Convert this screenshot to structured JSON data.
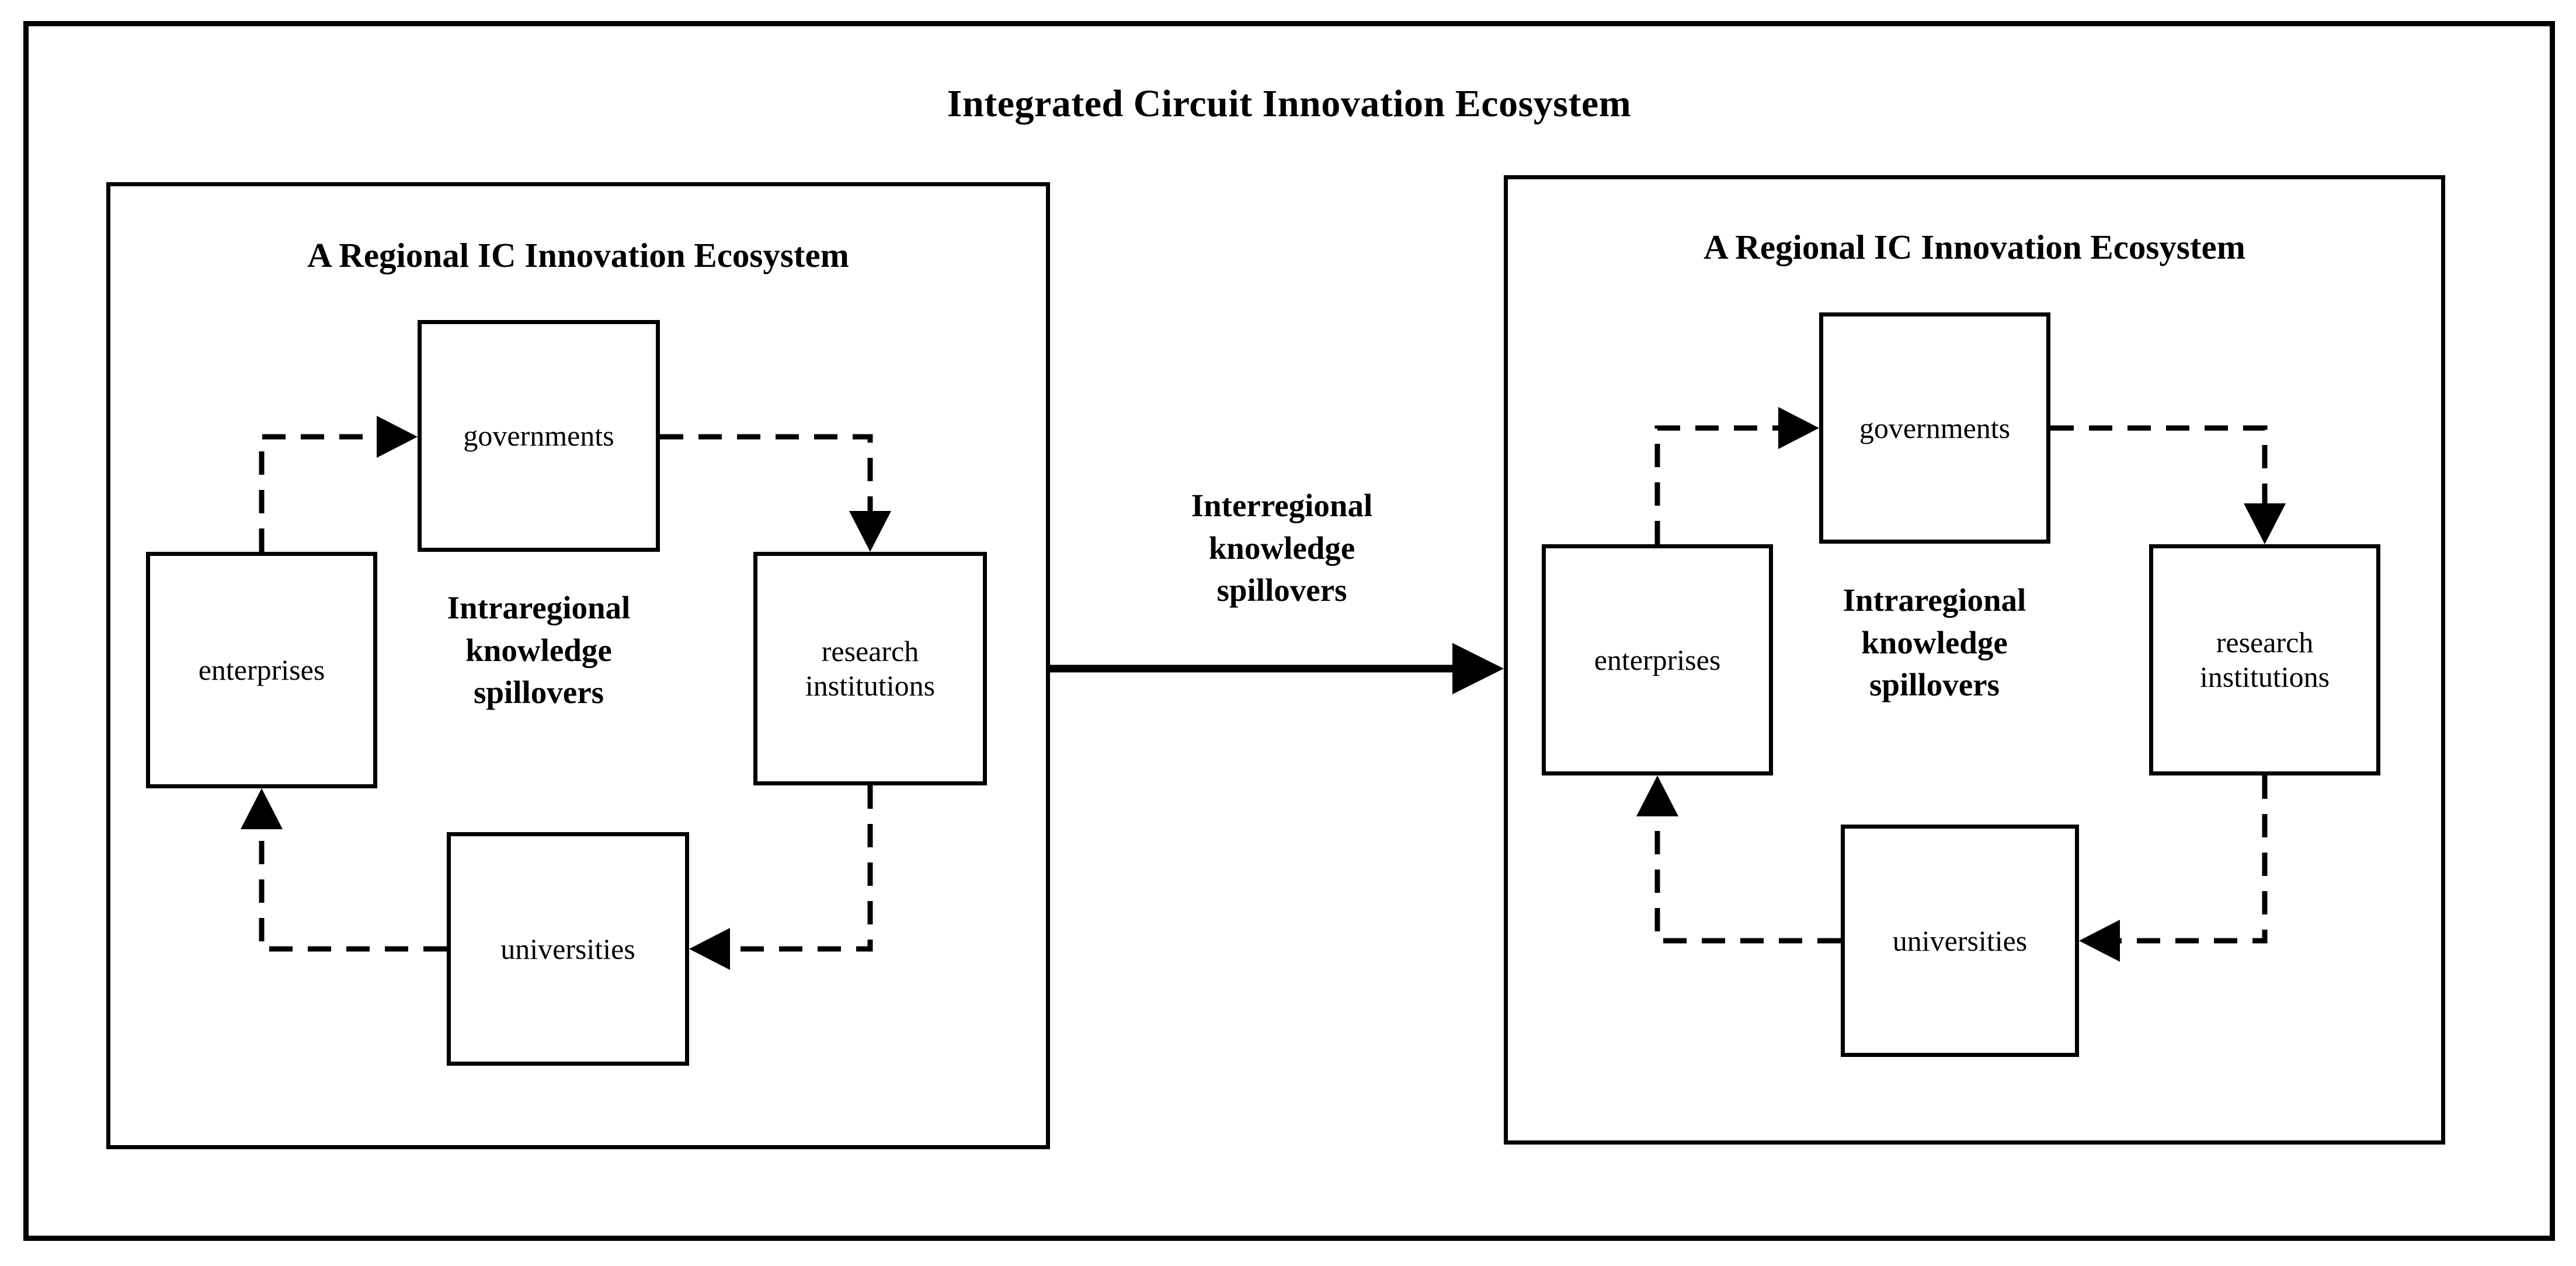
{
  "diagram": {
    "title": "Integrated Circuit Innovation Ecosystem",
    "frame_color": "#000000",
    "background_color": "#ffffff",
    "panels": [
      {
        "id": "left",
        "title": "A Regional IC Innovation Ecosystem",
        "center_caption": "Intraregional\nknowledge\nspillovers",
        "nodes": {
          "governments": "governments",
          "enterprises": "enterprises",
          "research_institutions": "research\ninstitutions",
          "universities": "universities"
        }
      },
      {
        "id": "right",
        "title": "A Regional IC Innovation Ecosystem",
        "center_caption": "Intraregional\nknowledge\nspillovers",
        "nodes": {
          "governments": "governments",
          "enterprises": "enterprises",
          "research_institutions": "research\ninstitutions",
          "universities": "universities"
        }
      }
    ],
    "interregional": {
      "caption": "Interregional\nknowledge\nspillovers",
      "arrow_style": "solid",
      "direction": "left-panel-to-right-panel"
    },
    "intraregional_flow": {
      "style": "dashed",
      "cycle": [
        "enterprises",
        "governments",
        "research institutions",
        "universities",
        "enterprises"
      ]
    }
  }
}
